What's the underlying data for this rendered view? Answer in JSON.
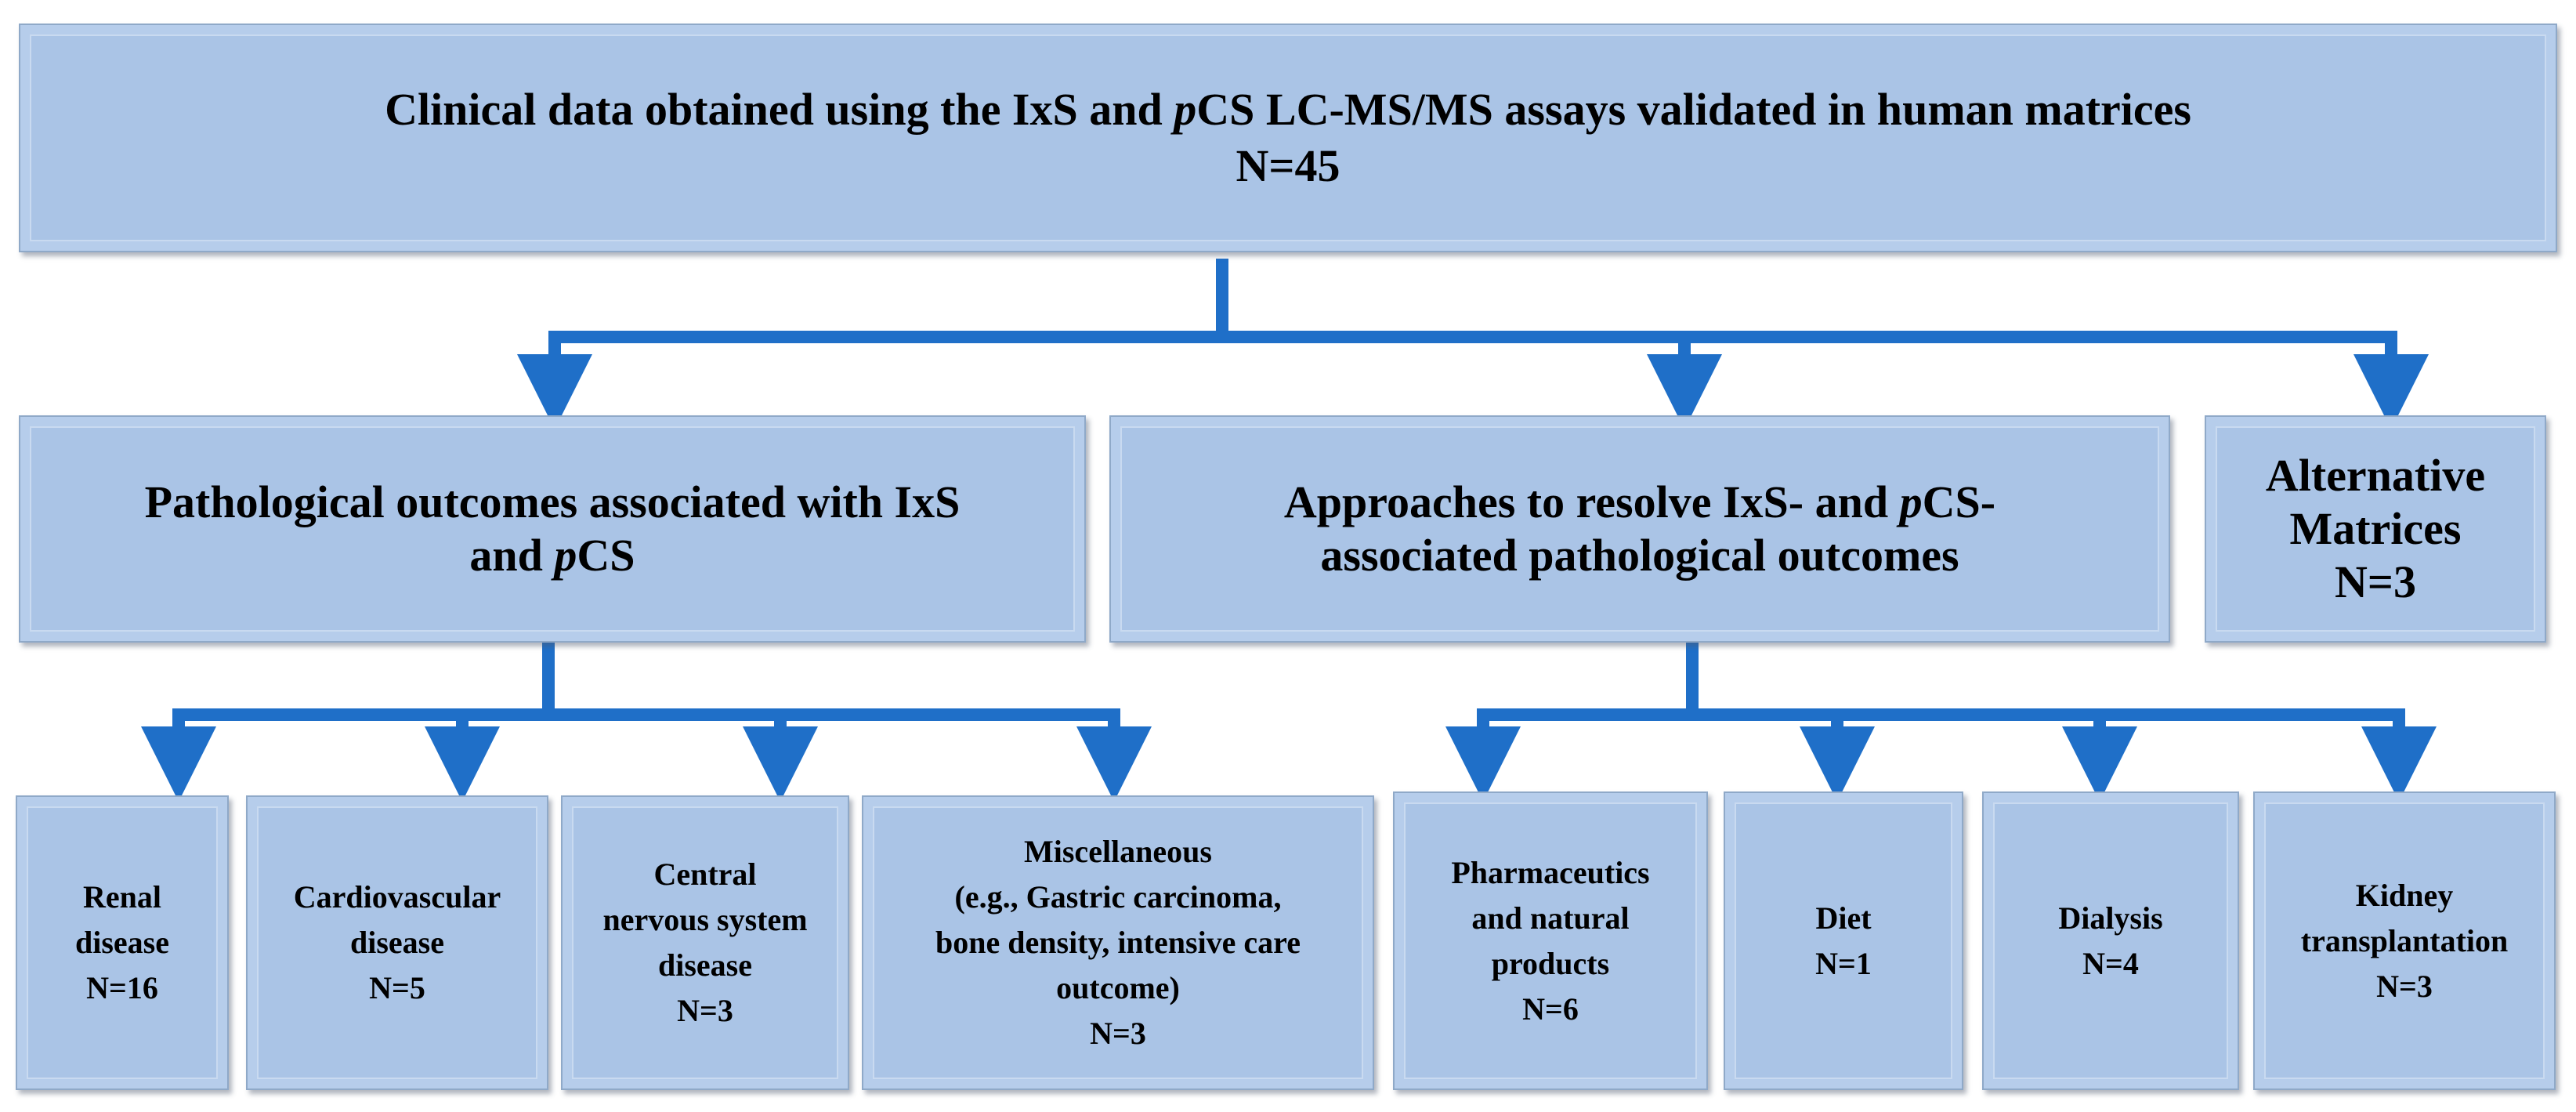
{
  "diagram": {
    "root": {
      "lines": [
        "Clinical data obtained using the IxS and pCS LC-MS/MS assays validated in human matrices",
        "N=45"
      ]
    },
    "level1": [
      {
        "id": "pathological",
        "lines": [
          "Pathological outcomes associated with IxS",
          "and pCS"
        ]
      },
      {
        "id": "approaches",
        "lines": [
          "Approaches to resolve IxS- and pCS-",
          "associated pathological outcomes"
        ]
      },
      {
        "id": "alternative",
        "lines": [
          "Alternative",
          "Matrices",
          "N=3"
        ]
      }
    ],
    "pathological_children": [
      {
        "id": "renal",
        "lines": [
          "Renal",
          "disease",
          "N=16"
        ]
      },
      {
        "id": "cardiovascular",
        "lines": [
          "Cardiovascular",
          "disease",
          "N=5"
        ]
      },
      {
        "id": "cns",
        "lines": [
          "Central",
          "nervous system",
          "disease",
          "N=3"
        ]
      },
      {
        "id": "misc",
        "lines": [
          "Miscellaneous",
          "(e.g., Gastric carcinoma,",
          "bone density, intensive care",
          "outcome)",
          "N=3"
        ]
      }
    ],
    "approach_children": [
      {
        "id": "pharma",
        "lines": [
          "Pharmaceutics",
          "and natural",
          "products",
          "N=6"
        ]
      },
      {
        "id": "diet",
        "lines": [
          "Diet",
          "N=1"
        ]
      },
      {
        "id": "dialysis",
        "lines": [
          "Dialysis",
          "N=4"
        ]
      },
      {
        "id": "kidney",
        "lines": [
          "Kidney",
          "transplantation",
          "N=3"
        ]
      }
    ],
    "colors": {
      "box_fill": "#aac4e6",
      "connector": "#1f6fc8"
    }
  }
}
